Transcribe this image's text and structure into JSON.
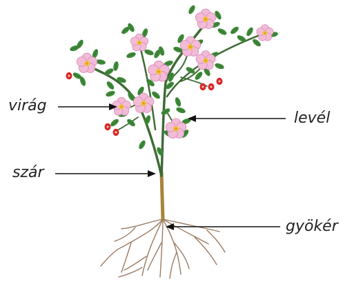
{
  "labels": {
    "flower": "virág",
    "leaf": "levél",
    "stem": "szár",
    "root": "gyökér"
  },
  "colors": {
    "stem": "#3f6b35",
    "stem_base": "#a8843a",
    "leaf": "#3f8a3a",
    "leaf_dark": "#2f6e2c",
    "petal": "#f2bcd8",
    "petal_edge": "#d98cb6",
    "flower_center": "#f2c233",
    "bud": "#d8262e",
    "root": "#9a7a62",
    "arrow": "#111111",
    "text": "#222222"
  },
  "icons": {
    "flower": "rose-flower-icon",
    "leaf": "leaf-icon",
    "bud": "rosehip-bud-icon"
  }
}
